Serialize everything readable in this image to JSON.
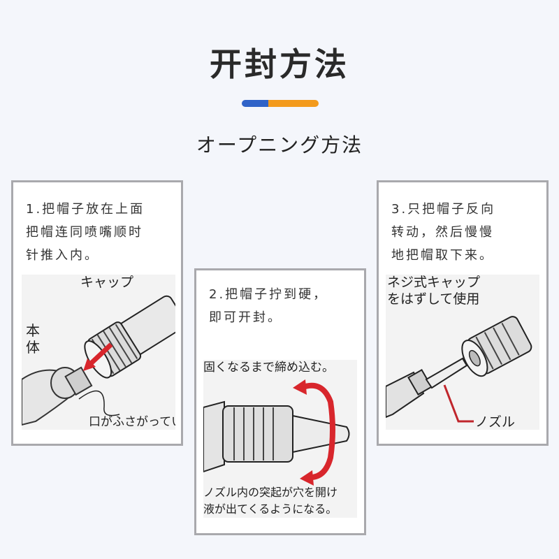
{
  "header": {
    "title": "开封方法",
    "subtitle": "オープニング方法",
    "accent_colors": {
      "blue": "#2f63c8",
      "orange": "#f39a1c"
    }
  },
  "steps": [
    {
      "text": "1.把帽子放在上面\n把帽连同喷嘴顺时\n针推入内。",
      "labels": {
        "cap": "キャップ",
        "body": "本\n体",
        "note": "口がふさがってい"
      }
    },
    {
      "text": "2.把帽子拧到硬，\n即可开封。",
      "labels": {
        "top": "固くなるまで締め込む。",
        "bottom1": "ノズル内の突起が穴を開け",
        "bottom2": "液が出てくるようになる。"
      }
    },
    {
      "text": "3.只把帽子反向\n转动，然后慢慢\n地把帽取下来。",
      "labels": {
        "top1": "ネジ式キャップ",
        "top2": "をはずして使用",
        "nozzle": "ノズル"
      }
    }
  ]
}
